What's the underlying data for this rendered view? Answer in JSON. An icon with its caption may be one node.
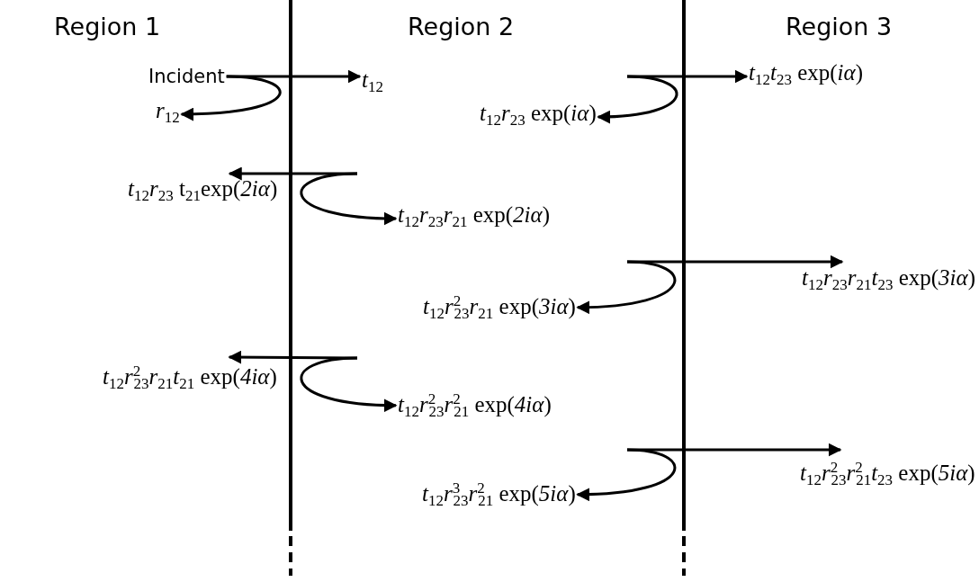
{
  "diagram": {
    "nodes": [
      {
        "text": [
          "Incident"
        ]
      },
      {
        "text": [
          "*t*$_{12}$"
        ]
      },
      {
        "text": [
          "*r*$_{12}$"
        ]
      },
      {
        "text": [
          "*t*$_{12}$*t*$_{23}$ exp(*iα*)"
        ]
      },
      {
        "text": [
          "*t*$_{12}$*r*$_{23}$ exp(*iα*)"
        ]
      },
      {
        "text": [
          "*t*$_{12}$*r*$_{23}$ t$_{21}$exp(*2iα*)"
        ]
      },
      {
        "text": [
          "*t*$_{12}$*r*$_{23}$*r*$_{21}$ exp(*2iα*)"
        ]
      },
      {
        "text": [
          "*t*$_{12}$*r*$_{23}$*r*$_{21}$*t*$_{23}$ exp(*3iα*)"
        ]
      },
      {
        "text": [
          "*t*$_{12}$*r*$^{2}$$_{23}$*r*$_{21}$ exp(*3iα*)"
        ]
      },
      {
        "text": [
          "*t*$_{12}$*r*$^{2}$$_{23}$*r*$_{21}$*t*$_{21}$ exp(*4iα*)"
        ]
      },
      {
        "text": [
          "*t*$_{12}$*r*$^{2}$$_{23}$*r*$^{2}$$_{21}$ exp(*4iα*)"
        ]
      },
      {
        "text": [
          "*t*$_{12}$*r*$^{2}$$_{23}$*r*$^{2}$$_{21}$*t*$_{23}$ exp(*5iα*)"
        ]
      },
      {
        "text": [
          "*t*$_{12}$*r*$^{3}$$_{23}$*r*$^{2}$$_{21}$ exp(*5iα*)"
        ]
      }
    ],
    "edges": [
      {
        "from": 0,
        "to": 1,
        "arrow": "to"
      },
      {
        "from": 0,
        "to": 2,
        "arrow": "to"
      },
      {
        "from": null,
        "to": 3,
        "arrow": "to"
      },
      {
        "from": null,
        "to": 4,
        "arrow": "to"
      },
      {
        "from": null,
        "to": 5,
        "arrow": "to"
      },
      {
        "from": null,
        "to": 6,
        "arrow": "to"
      },
      {
        "from": null,
        "to": 7,
        "arrow": "to"
      },
      {
        "from": null,
        "to": 8,
        "arrow": "to"
      },
      {
        "from": null,
        "to": 9,
        "arrow": "to"
      },
      {
        "from": null,
        "to": 10,
        "arrow": "to"
      },
      {
        "from": null,
        "to": 11,
        "arrow": "to"
      },
      {
        "from": null,
        "to": 12,
        "arrow": "to"
      }
    ],
    "labels": [
      "Region 1",
      "Region 2",
      "Region 3"
    ]
  }
}
